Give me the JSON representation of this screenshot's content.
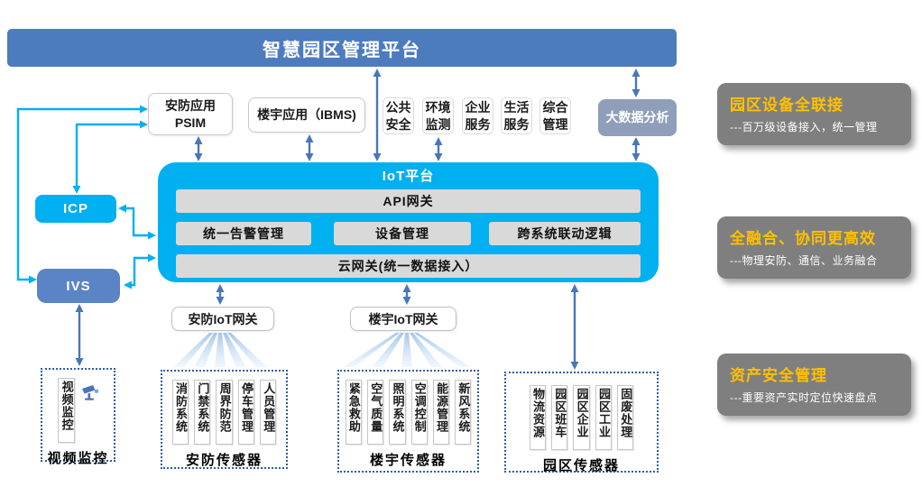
{
  "banner": {
    "title": "智慧园区管理平台"
  },
  "apps": {
    "psim": {
      "line1": "安防应用",
      "line2": "PSIM"
    },
    "ibms": "楼宇应用（IBMS)",
    "columns": [
      "公共安全",
      "环境监测",
      "企业服务",
      "生活服务",
      "综合管理"
    ],
    "bigdata": "大数据分析"
  },
  "left": {
    "icp": "ICP",
    "ivs": "IVS"
  },
  "platform": {
    "title": "IoT平台",
    "api": "API网关",
    "modules": [
      "统一告警管理",
      "设备管理",
      "跨系统联动逻辑"
    ],
    "cloud": "云网关(统一数据接入）"
  },
  "gateways": [
    "安防IoT网关",
    "楼宇IoT网关"
  ],
  "groups": [
    {
      "label": "视频监控",
      "items": [
        "视频监控"
      ],
      "icon": "camera-icon"
    },
    {
      "label": "安防传感器",
      "items": [
        "消防系统",
        "门禁系统",
        "周界防范",
        "停车管理",
        "人员管理"
      ]
    },
    {
      "label": "楼宇传感器",
      "items": [
        "紧急救助",
        "空气质量",
        "照明系统",
        "空调控制",
        "能源管理",
        "新风系统"
      ]
    },
    {
      "label": "园区传感器",
      "items": [
        "物流资源",
        "园区班车",
        "园区企业",
        "园区工业",
        "固废处理"
      ]
    }
  ],
  "benefits": [
    {
      "title": "园区设备全联接",
      "desc": "---百万级设备接入，统一管理"
    },
    {
      "title": "全融合、协同更高效",
      "desc": "---物理安防、通信、业务融合"
    },
    {
      "title": "资产安全管理",
      "desc": "---重要资产实时定位快速盘点"
    }
  ],
  "colors": {
    "banner_blue": "#4d7cbe",
    "platform_cyan": "#00b0f0",
    "ivs_blue": "#5b84c6",
    "bigdata_gray_blue": "#8f9fba",
    "module_gray": "#d9d9d9",
    "benefit_gray": "#7f7f7f",
    "benefit_orange": "#ffc000",
    "arrow_dark_blue": "#4a75bb",
    "arrow_cyan": "#00b0f0",
    "dashed_border_blue": "#2d5e9e"
  }
}
